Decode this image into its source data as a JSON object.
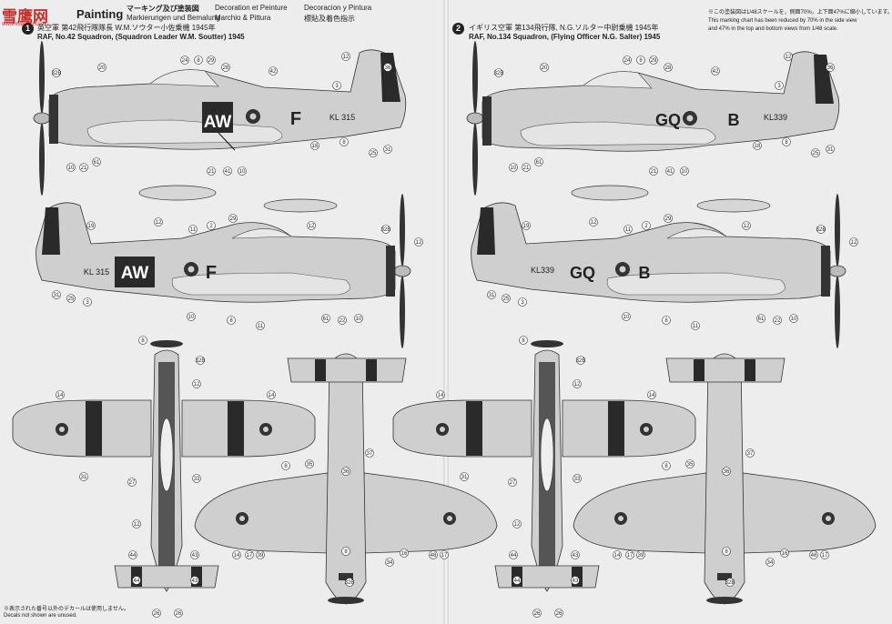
{
  "watermark": {
    "text": "雪鹰网",
    "sub": "www.xueying.com"
  },
  "header": {
    "title": "Painting",
    "ja": "マーキング及び塗装図",
    "de": "Markierungen und Bemalung",
    "fr": "Decoration et Peinture",
    "it": "Marchio & Pittura",
    "es": "Decoracion y Pintura",
    "zh": "標貼及着色指示"
  },
  "scheme1": {
    "number": "1",
    "ja": "英空軍 第42飛行隊隊長 W.M.ソウター小佐乗機 1945年",
    "en": "RAF, No.42 Squadron, (Squadron Leader W.M. Soutter) 1945",
    "code_left": "AW",
    "code_right": "F",
    "serial": "KL 315"
  },
  "scheme2": {
    "number": "2",
    "ja": "イギリス空軍 第134飛行隊, N.G.ソルター中尉乗機 1945年",
    "en": "RAF, No.134 Squadron, (Flying Officer N.G. Salter) 1945",
    "code_left": "GQ",
    "code_right": "B",
    "serial": "KL339"
  },
  "scale_note": {
    "ja": "※この塗装図は1/48スケールを，側面70%，上下面47%に縮小しています。",
    "en1": "This marking chart has been reduced by 70% in the side view",
    "en2": "and 47% in the top and bottom views from 1/48 scale."
  },
  "footnote": {
    "ja": "※表示された番号以外のデカールは使用しません。",
    "en": "Decals not shown are unused."
  },
  "callouts": {
    "side_top": [
      "32B",
      "20",
      "24",
      "8",
      "29",
      "28",
      "12",
      "36",
      "42",
      "3",
      "8"
    ],
    "side_top_low": [
      "10",
      "21",
      "61",
      "21",
      "41",
      "10",
      "18",
      "25",
      "31"
    ],
    "side_bot": [
      "19",
      "12",
      "11",
      "2",
      "29",
      "12",
      "32B",
      "12"
    ],
    "side_bot_low": [
      "31",
      "25",
      "3",
      "10",
      "8",
      "11",
      "61",
      "22",
      "10"
    ],
    "plan": [
      "8",
      "32B",
      "12",
      "14",
      "14",
      "31",
      "33",
      "27",
      "43",
      "44",
      "12",
      "44",
      "43",
      "26",
      "26"
    ],
    "under": [
      "37",
      "35",
      "36",
      "14",
      "17",
      "39",
      "8",
      "34",
      "16",
      "48",
      "17",
      "32B",
      "8"
    ]
  },
  "colors": {
    "paper": "#ededed",
    "aircraft": "#cfcfcf",
    "ink": "#222222",
    "band": "#2a2a2a"
  }
}
